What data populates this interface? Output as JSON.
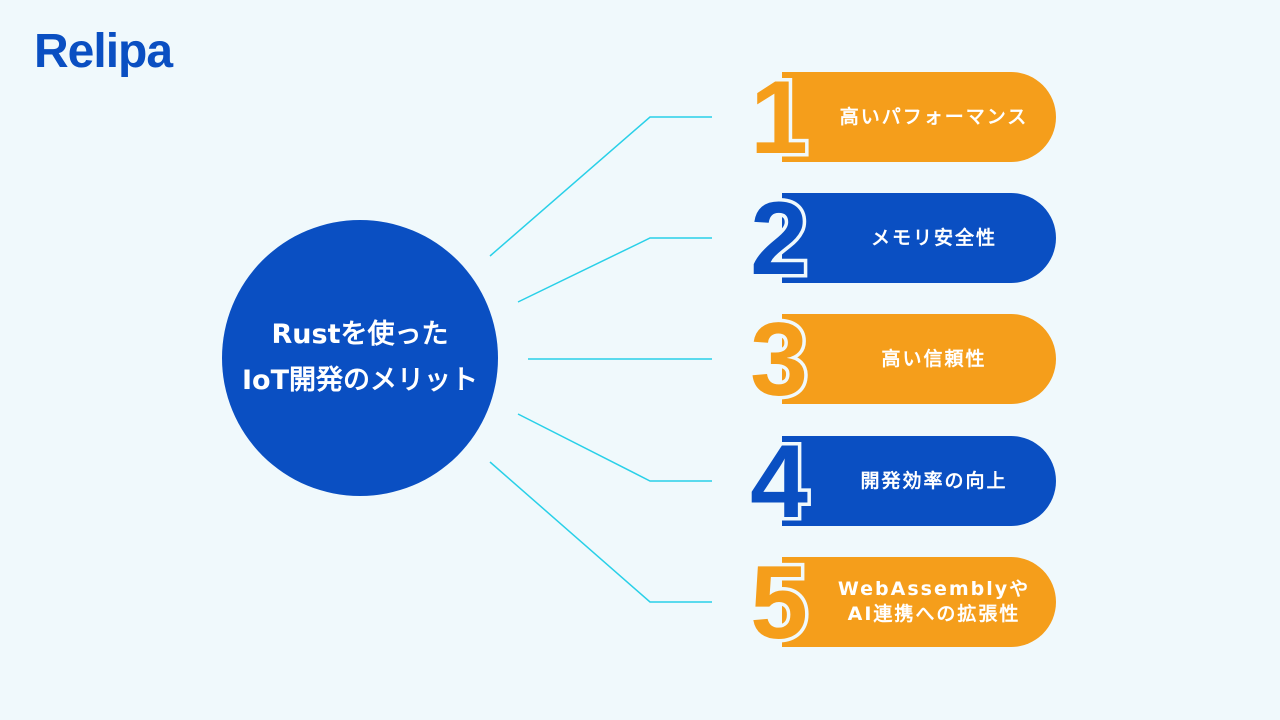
{
  "brand": {
    "logo_text": "Relipa",
    "color": "#0a4fc2"
  },
  "center": {
    "title": "Rustを使った\nIoT開発のメリット",
    "color": "#0a4fc2"
  },
  "colors": {
    "orange": "#f59e1b",
    "blue": "#0a4fc2",
    "connector": "#29d0e8",
    "background": "#f0f9fc"
  },
  "items": [
    {
      "number": "1",
      "label": "高いパフォーマンス",
      "color": "orange"
    },
    {
      "number": "2",
      "label": "メモリ安全性",
      "color": "blue"
    },
    {
      "number": "3",
      "label": "高い信頼性",
      "color": "orange"
    },
    {
      "number": "4",
      "label": "開発効率の向上",
      "color": "blue"
    },
    {
      "number": "5",
      "label": "WebAssemblyや\nAI連携への拡張性",
      "color": "orange"
    }
  ]
}
